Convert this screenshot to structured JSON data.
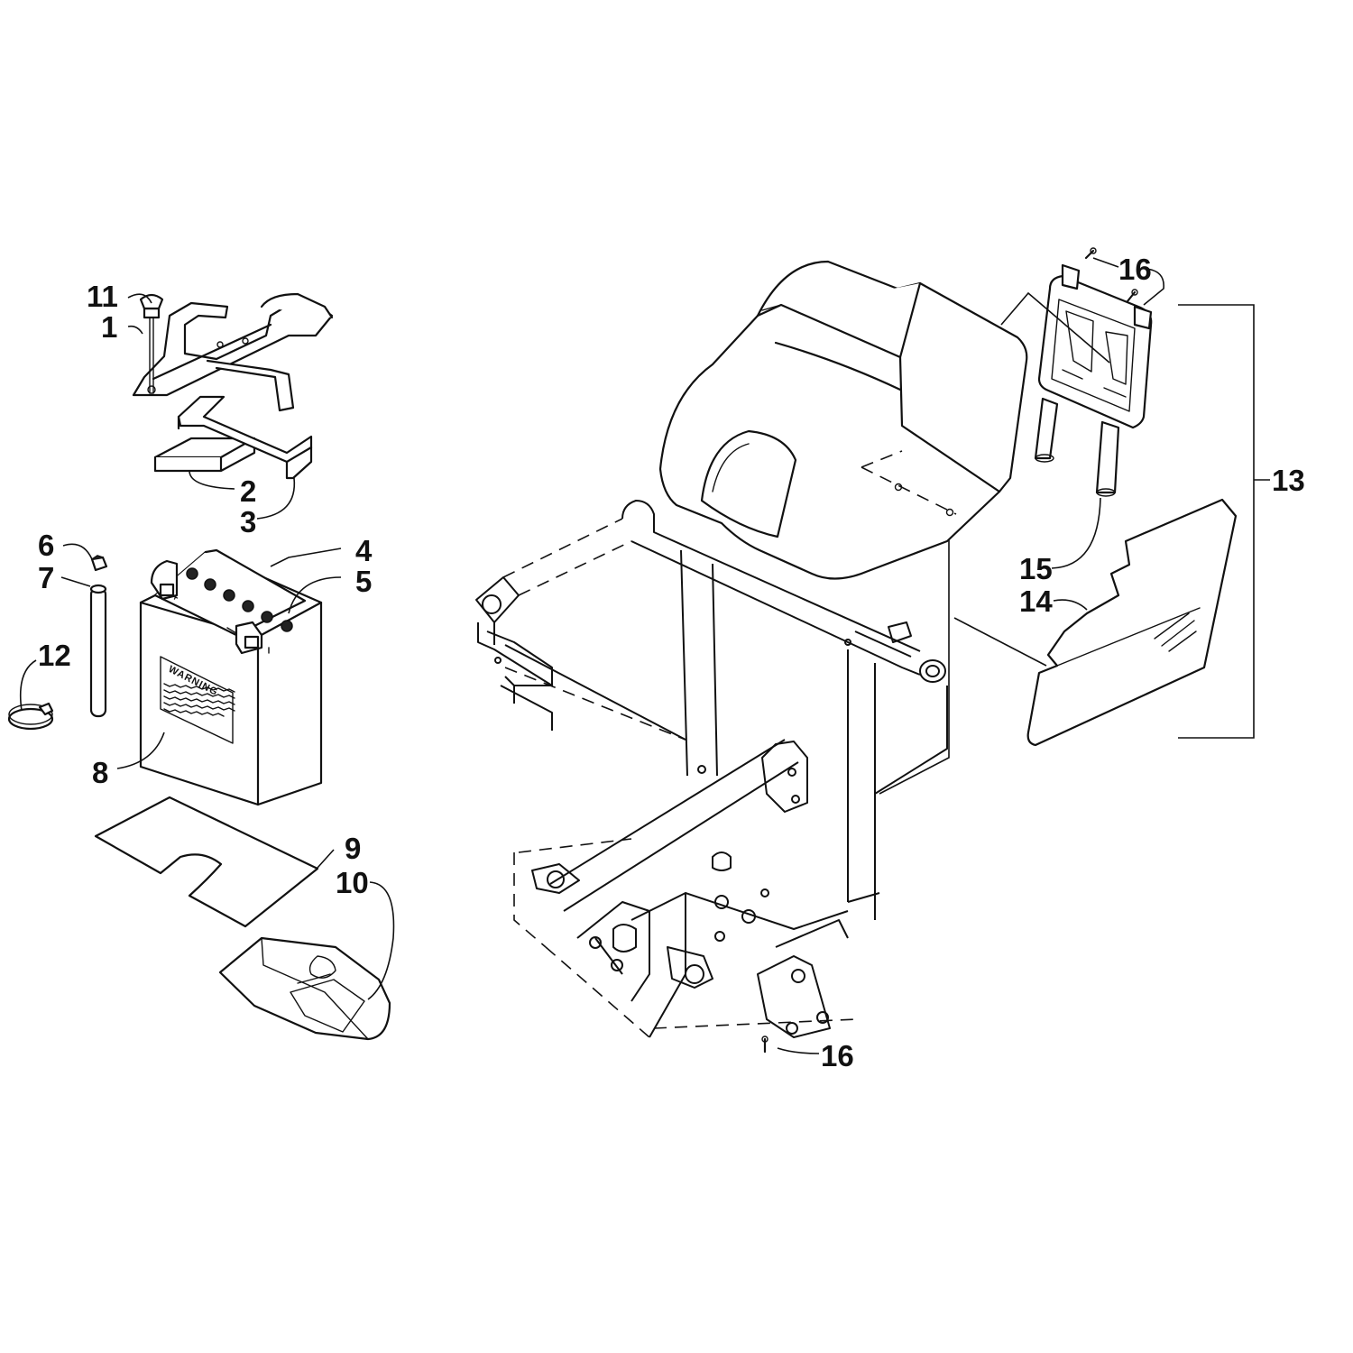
{
  "callouts": {
    "c1": "1",
    "c2": "2",
    "c3": "3",
    "c4": "4",
    "c5": "5",
    "c6": "6",
    "c7": "7",
    "c8": "8",
    "c9": "9",
    "c10": "10",
    "c11": "11",
    "c12": "12",
    "c13": "13",
    "c14": "14",
    "c15": "15",
    "c16a": "16",
    "c16b": "16"
  },
  "battery_label": "WARNING",
  "battery_terminal": "+"
}
